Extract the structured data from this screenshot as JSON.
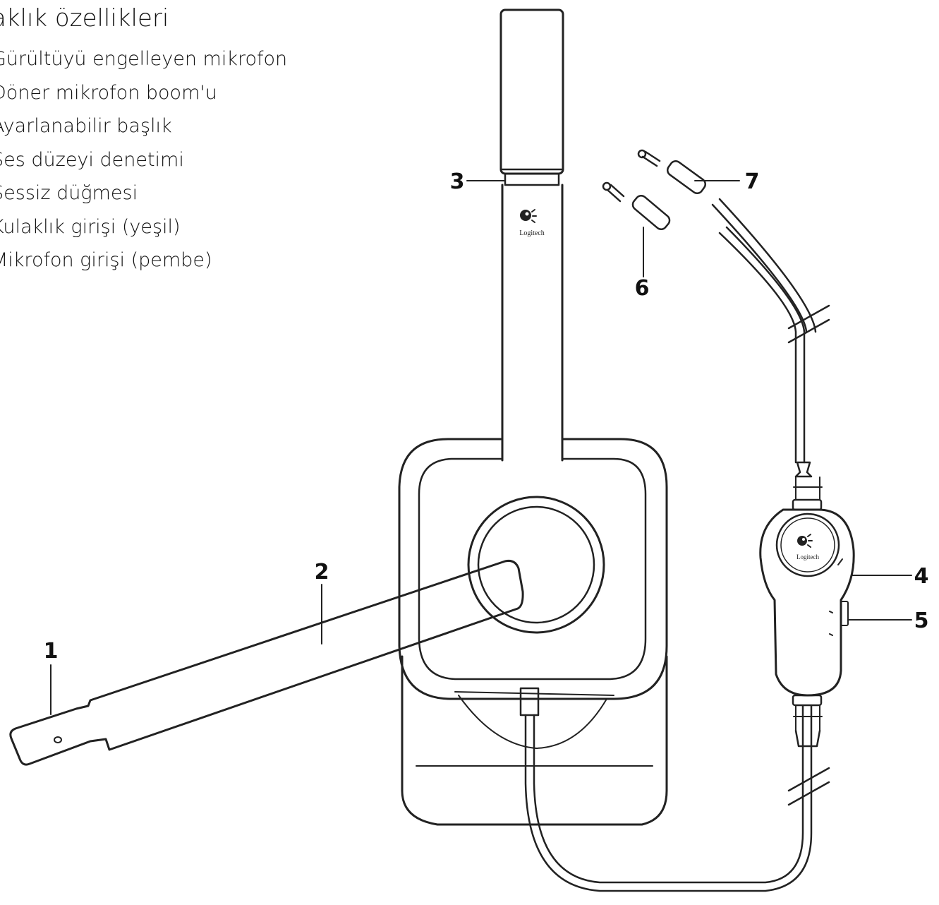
{
  "features": {
    "title": "aklık özellikleri",
    "items": [
      "Gürültüyü engelleyen mikrofon",
      "Döner mikrofon boom'u",
      "Ayarlanabilir başlık",
      "Ses düzeyi denetimi",
      "Sessiz düğmesi",
      "Kulaklık girişi (yeşil)",
      "Mikrofon girişi (pembe)"
    ]
  },
  "callouts": [
    "1",
    "2",
    "3",
    "4",
    "5",
    "6",
    "7"
  ],
  "logo_text": "Logitech",
  "colors": {
    "line": "#222222",
    "background": "#ffffff"
  }
}
